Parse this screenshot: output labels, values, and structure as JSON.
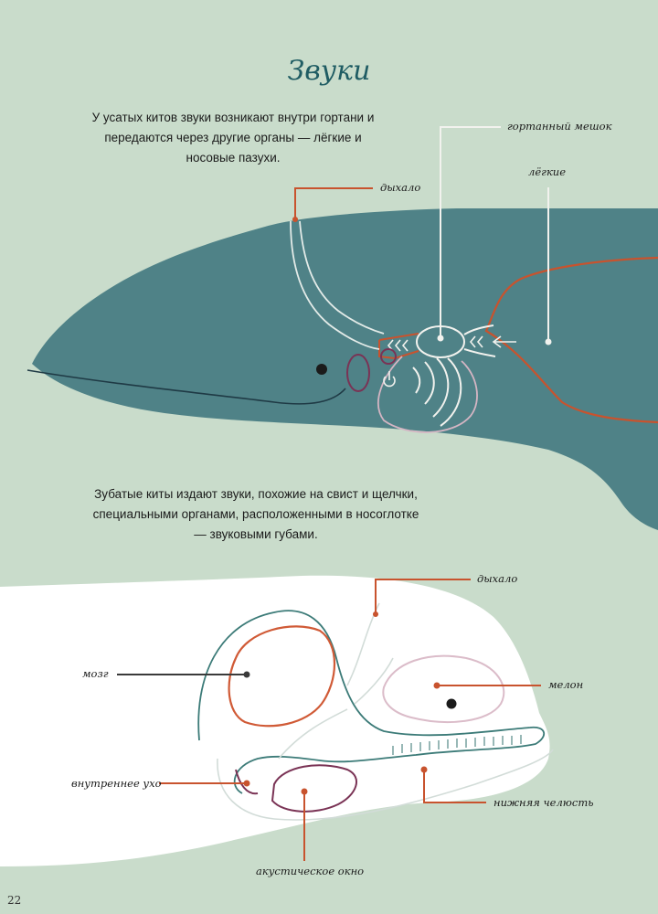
{
  "title": "Звуки",
  "paragraph_baleen": "У усатых китов звуки возникают внутри гортани и передаются через другие органы — лёгкие и носовые пазухи.",
  "paragraph_toothed": "Зубатые киты издают звуки, похожие на свист и щелчки, специальными органами, расположенными в носоглотке — звуковыми губами.",
  "labels_baleen": {
    "laryngeal_sac": "гортанный мешок",
    "lungs": "лёгкие",
    "blowhole": "дыхало"
  },
  "labels_toothed": {
    "blowhole": "дыхало",
    "brain": "мозг",
    "melon": "мелон",
    "inner_ear": "внутреннее ухо",
    "lower_jaw": "нижняя челюсть",
    "acoustic_window": "акустическое окно"
  },
  "page_number": "22",
  "colors": {
    "background": "#c9dccb",
    "whale_body": "#4f8287",
    "accent_line": "#c8532e",
    "outline": "#3c7b78",
    "brain": "#d05a36",
    "acoustic": "#7a3355"
  }
}
